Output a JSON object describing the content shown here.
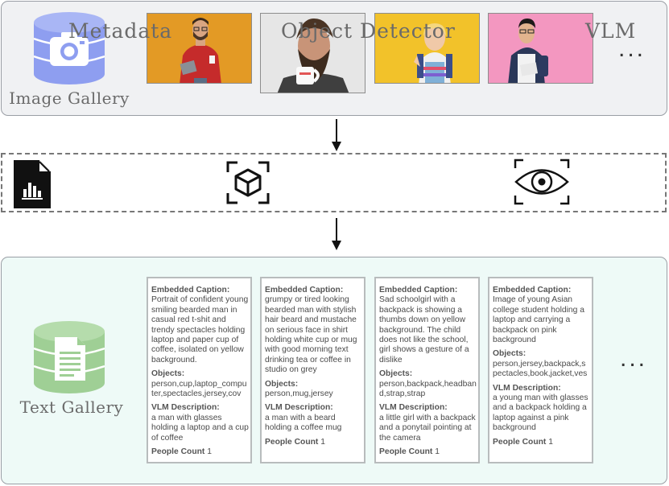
{
  "image_gallery": {
    "label": "Image Gallery",
    "icon": "camera-database-icon",
    "more": "..."
  },
  "stage": {
    "metadata": {
      "label": "Metadata",
      "icon": "document-chart-icon"
    },
    "object_detector": {
      "label": "Object Detector",
      "icon": "cube-scan-icon"
    },
    "vlm": {
      "label": "VLM",
      "icon": "eye-scan-icon"
    }
  },
  "text_gallery": {
    "label": "Text Gallery",
    "icon": "document-database-icon",
    "more": "...",
    "headers": {
      "caption": "Embedded Caption:",
      "objects": "Objects:",
      "vlm": "VLM Description:",
      "people": "People Count"
    },
    "cards": [
      {
        "caption": "Portrait of confident young smiling bearded man in casual red t-shit and trendy spectacles holding laptop and paper cup of coffee, isolated on yellow background.",
        "objects": "person,cup,laptop_computer,spectacles,jersey,cov",
        "vlm": "a man with glasses holding a laptop and a cup of coffee",
        "people": "1"
      },
      {
        "caption": "grumpy or tired looking bearded man with stylish hair beard and mustache on serious face in shirt holding white cup or mug with good morning text drinking tea or coffee in studio on grey",
        "objects": "person,mug,jersey",
        "vlm": "a man with a beard holding a coffee mug",
        "people": "1"
      },
      {
        "caption": "Sad schoolgirl with a backpack is showing a thumbs down on yellow background. The child does not like the school, girl shows a gesture of a dislike",
        "objects": "person,backpack,headband,strap,strap",
        "vlm": "a little girl with a backpack and a ponytail pointing at the camera",
        "people": "1"
      },
      {
        "caption": "Image of young Asian college student holding a laptop and carrying a backpack on pink background",
        "objects": "person,jersey,backpack,spectacles,book,jacket,ves",
        "vlm": "a young man with glasses and a backpack holding a laptop against a pink background",
        "people": "1"
      }
    ]
  },
  "colors": {
    "gallery_icon": "#8e9ef0",
    "text_gallery_icon": "#9fcf95",
    "photo1_bg": "#e39a25",
    "photo2_bg": "#e6e6e6",
    "photo3_bg": "#f2c22a",
    "photo4_bg": "#f397c0"
  }
}
